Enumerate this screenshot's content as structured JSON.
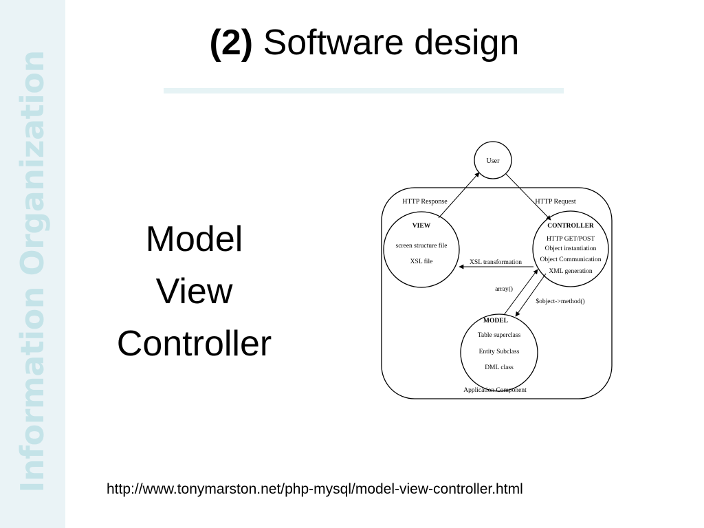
{
  "sidebar": {
    "brand_text": "Information Organization"
  },
  "title": {
    "number": "(2)",
    "text": "Software design"
  },
  "mvc_label": [
    "Model",
    "View",
    "Controller"
  ],
  "diagram": {
    "user": "User",
    "http_response": "HTTP Response",
    "http_request": "HTTP Request",
    "view": {
      "title": "VIEW",
      "lines": [
        "screen structure file",
        "XSL file"
      ]
    },
    "controller": {
      "title": "CONTROLLER",
      "lines": [
        "HTTP GET/POST",
        "Object instantiation",
        "Object Communication",
        "XML generation"
      ]
    },
    "model": {
      "title": "MODEL",
      "lines": [
        "Table superclass",
        "Entity Subclass",
        "DML class"
      ]
    },
    "xsl_transformation": "XSL transformation",
    "array": "array()",
    "method_call": "$object->method()",
    "application_component": "Application Component"
  },
  "source_url": "http://www.tonymarston.net/php-mysql/model-view-controller.html"
}
